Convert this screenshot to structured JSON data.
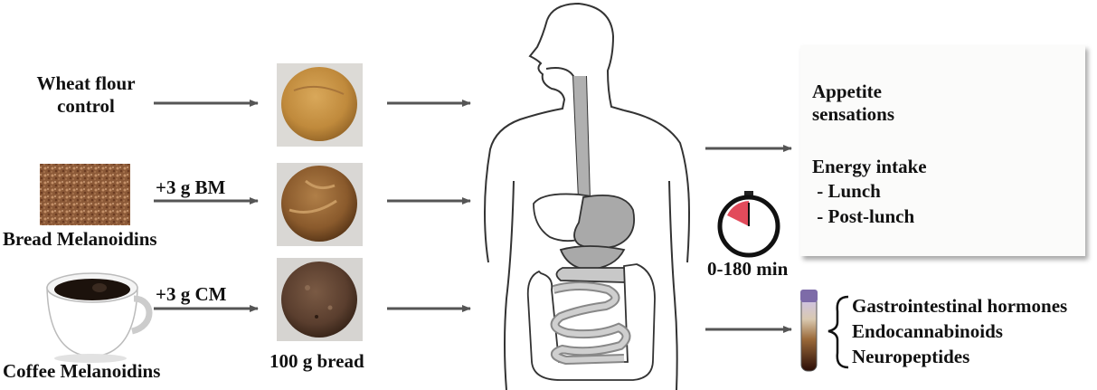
{
  "inputs": {
    "control": "Wheat flour\ncontrol",
    "bread_melanoidins": "Bread Melanoidins",
    "coffee_melanoidins": "Coffee Melanoidins"
  },
  "doses": {
    "bm": "+3 g BM",
    "cm": "+3 g CM"
  },
  "bread_caption": "100 g bread",
  "timer_label": "0-180 min",
  "outcomes_note": {
    "appetite": "Appetite\nsensations",
    "energy": "Energy intake",
    "lunch": " - Lunch",
    "post_lunch": " - Post-lunch"
  },
  "blood_outcomes": [
    "Gastrointestinal hormones",
    "Endocannabinoids",
    "Neuropeptides"
  ],
  "colors": {
    "arrow": "#555555",
    "stomach": "#a9a9a9",
    "timer_sector": "#e24b5b",
    "bread_control": "#c08a3c",
    "bread_bm": "#8a5a2c",
    "bread_cm": "#5a3e2e"
  }
}
